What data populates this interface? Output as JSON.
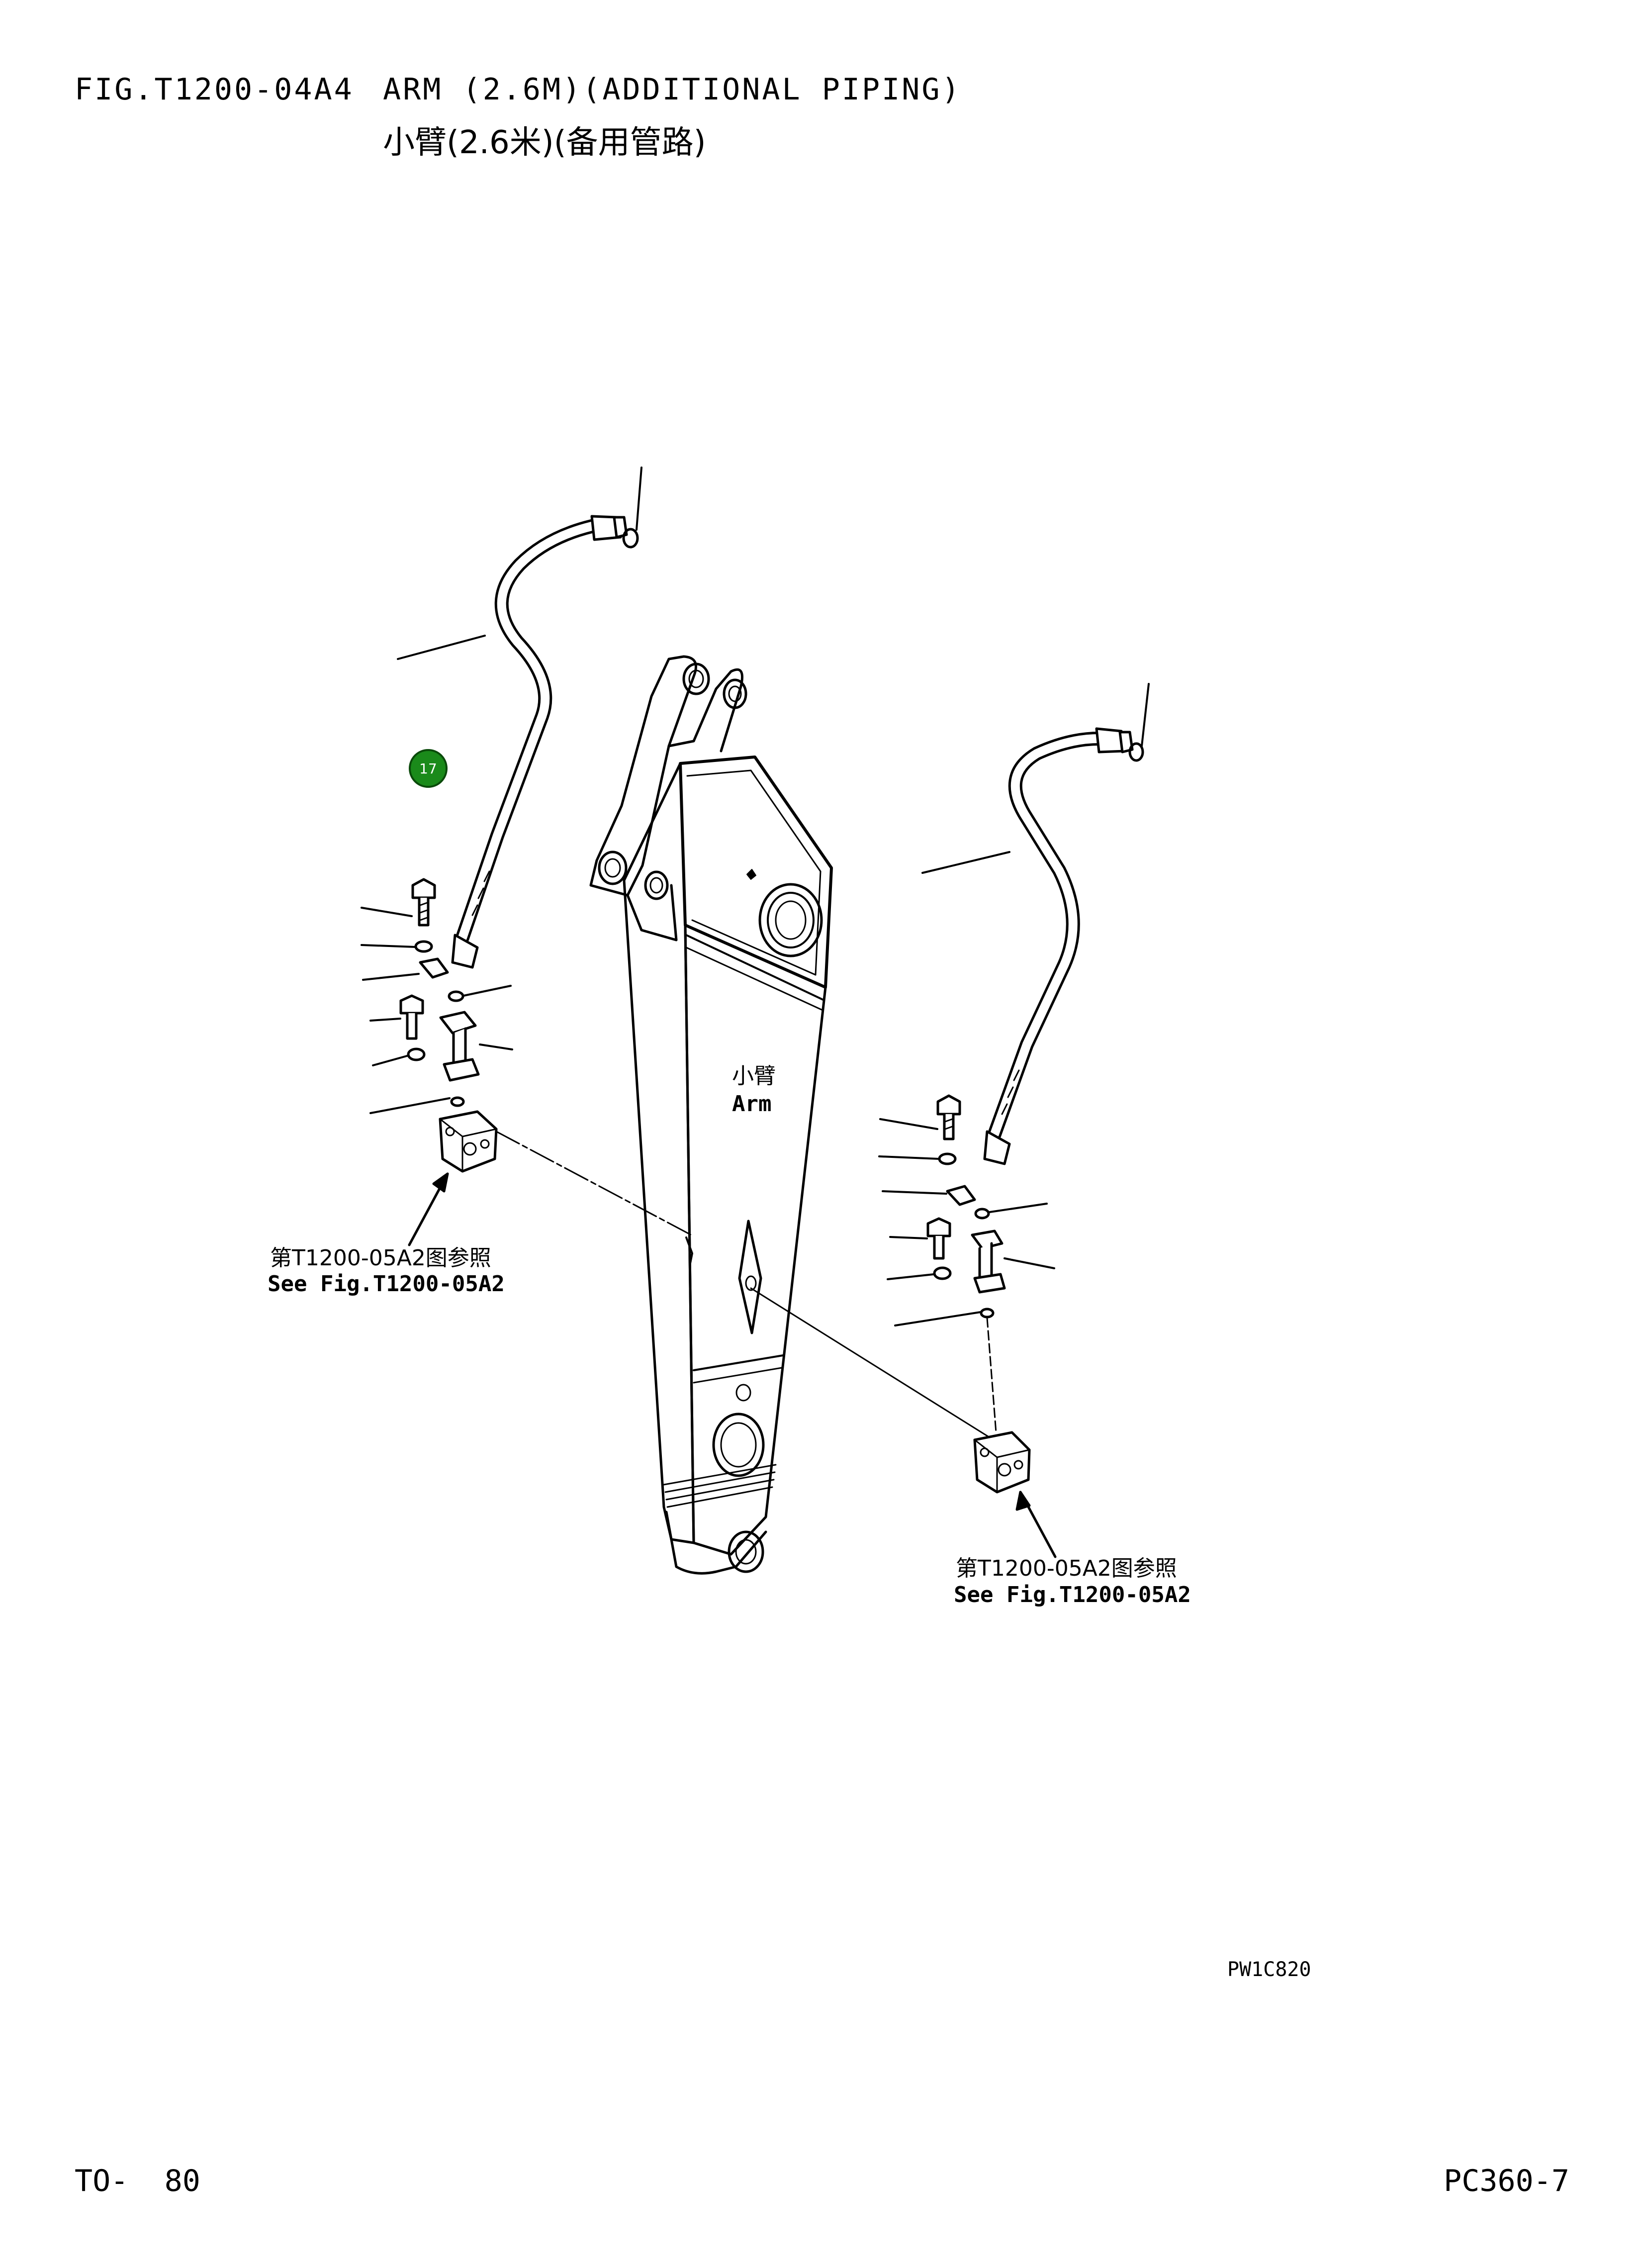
{
  "header": {
    "figure_number": "FIG.T1200-04A4",
    "title_en": "ARM (2.6M)(ADDITIONAL PIPING)",
    "title_zh": "小臂(2.6米)(备用管路)"
  },
  "badge": {
    "label": "17",
    "color": "#1a8a1a"
  },
  "arm_label": {
    "zh": "小臂",
    "en": "Arm"
  },
  "callouts": [
    {
      "zh": "第T1200-05A2图参照",
      "en": "See Fig.T1200-05A2"
    },
    {
      "zh": "第T1200-05A2图参照",
      "en": "See Fig.T1200-05A2"
    }
  ],
  "drawing_code": "PW1C820",
  "footer": {
    "page": "TO-  80",
    "model": "PC360-7"
  }
}
